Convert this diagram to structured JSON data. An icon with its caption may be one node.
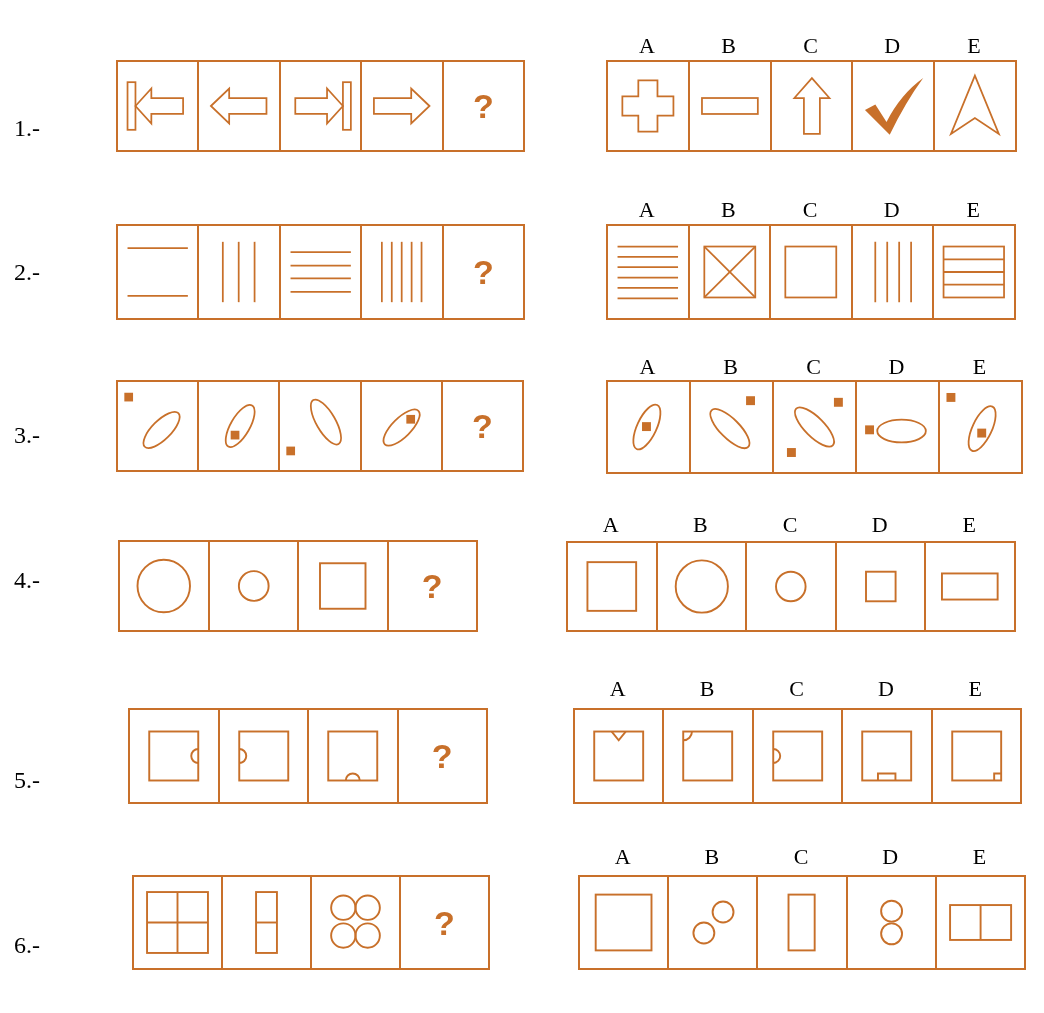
{
  "diagram": {
    "nodes": [
      {
        "text": [],
        "shape": "box"
      },
      {
        "text": [],
        "shape": "box"
      },
      {
        "text": [],
        "shape": "box"
      },
      {
        "text": [],
        "shape": "box"
      },
      {
        "text": [
          "?"
        ]
      },
      {
        "text": [],
        "shape": "box"
      },
      {
        "text": [],
        "shape": "box"
      },
      {
        "text": [],
        "shape": "box"
      },
      {
        "text": [],
        "shape": "box"
      },
      {
        "text": [],
        "shape": "box"
      },
      {
        "text": [],
        "shape": "box"
      },
      {
        "text": [],
        "shape": "box"
      },
      {
        "text": [],
        "shape": "box"
      },
      {
        "text": [],
        "shape": "box"
      },
      {
        "text": [
          "?"
        ]
      },
      {
        "text": [],
        "shape": "box"
      },
      {
        "text": [],
        "shape": "box"
      },
      {
        "text": [],
        "shape": "box"
      },
      {
        "text": [],
        "shape": "box"
      },
      {
        "text": [],
        "shape": "box"
      },
      {
        "text": [],
        "shape": "box"
      },
      {
        "text": [],
        "shape": "box"
      },
      {
        "text": [],
        "shape": "box"
      },
      {
        "text": [],
        "shape": "box"
      },
      {
        "text": [
          "?"
        ]
      },
      {
        "text": [],
        "shape": "box"
      },
      {
        "text": [],
        "shape": "box"
      },
      {
        "text": [],
        "shape": "box"
      },
      {
        "text": [],
        "shape": "box"
      },
      {
        "text": [],
        "shape": "box"
      },
      {
        "text": [],
        "shape": "box"
      },
      {
        "text": [],
        "shape": "box"
      },
      {
        "text": [],
        "shape": "box"
      },
      {
        "text": [
          "?"
        ]
      },
      {
        "text": [],
        "shape": "box"
      },
      {
        "text": [],
        "shape": "box"
      },
      {
        "text": [],
        "shape": "box"
      },
      {
        "text": [],
        "shape": "box"
      },
      {
        "text": [],
        "shape": "box"
      },
      {
        "text": [],
        "shape": "box"
      },
      {
        "text": [],
        "shape": "box"
      },
      {
        "text": [],
        "shape": "box"
      },
      {
        "text": [
          "?"
        ]
      },
      {
        "text": [],
        "shape": "box"
      },
      {
        "text": [],
        "shape": "box"
      },
      {
        "text": [],
        "shape": "box"
      },
      {
        "text": [],
        "shape": "box"
      },
      {
        "text": [],
        "shape": "box"
      },
      {
        "text": [],
        "shape": "box"
      },
      {
        "text": [],
        "shape": "box"
      },
      {
        "text": [],
        "shape": "box"
      },
      {
        "text": [
          "?"
        ]
      },
      {
        "text": [],
        "shape": "box"
      },
      {
        "text": [],
        "shape": "box"
      },
      {
        "text": [],
        "shape": "box"
      },
      {
        "text": [],
        "shape": "box"
      },
      {
        "text": [],
        "shape": "box"
      }
    ],
    "labels": [
      "A",
      "B",
      "C",
      "D",
      "E",
      "1.-",
      "A",
      "B",
      "C",
      "D",
      "E",
      "2.-",
      "A",
      "B",
      "C",
      "D",
      "E",
      "3.-",
      "A",
      "B",
      "C",
      "D",
      "E",
      "4.-",
      "A",
      "B",
      "C",
      "D",
      "E",
      "5.-",
      "A",
      "B",
      "C",
      "D",
      "E",
      "6.-"
    ]
  }
}
